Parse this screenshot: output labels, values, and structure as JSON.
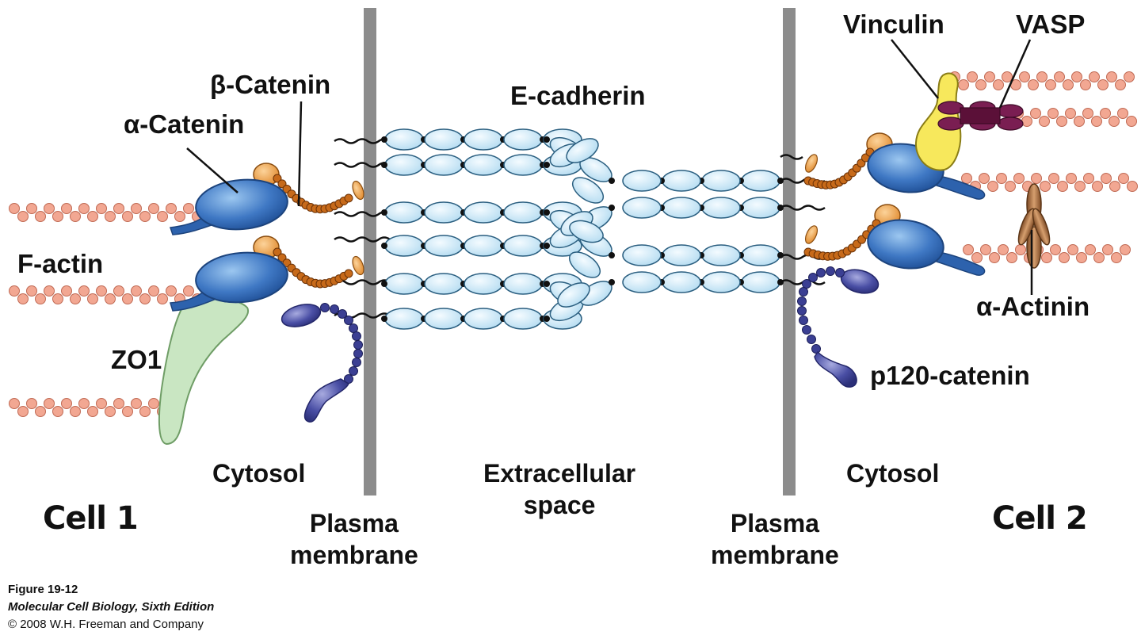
{
  "labels": {
    "vinculin": "Vinculin",
    "vasp": "VASP",
    "beta_catenin": "β-Catenin",
    "alpha_catenin": "α-Catenin",
    "e_cadherin": "E-cadherin",
    "f_actin": "F-actin",
    "zo1": "ZO1",
    "alpha_actinin": "α-Actinin",
    "p120_catenin": "p120-catenin",
    "cytosol_left": "Cytosol",
    "cytosol_right": "Cytosol",
    "extracellular_space": "Extracellular\nspace",
    "plasma_membrane_left": "Plasma\nmembrane",
    "plasma_membrane_right": "Plasma\nmembrane",
    "cell_1": "Cell 1",
    "cell_2": "Cell 2"
  },
  "caption": {
    "figure": "Figure 19-12",
    "book": "Molecular Cell Biology, Sixth Edition",
    "copyright": "© 2008 W.H. Freeman and Company"
  },
  "colors": {
    "actin": "#f2a792",
    "cadherin": "#d6ecf7",
    "alpha_catenin": "#3f78c4",
    "beta_catenin_bead": "#c76a1a",
    "beta_catenin_head": "#f0a95a",
    "p120": "#3b3f93",
    "zo1": "#c9e6c2",
    "vinculin": "#f7e85c",
    "vasp": "#7a1e52",
    "alpha_actinin": "#a46a3c",
    "membrane": "#8c8c8c"
  }
}
